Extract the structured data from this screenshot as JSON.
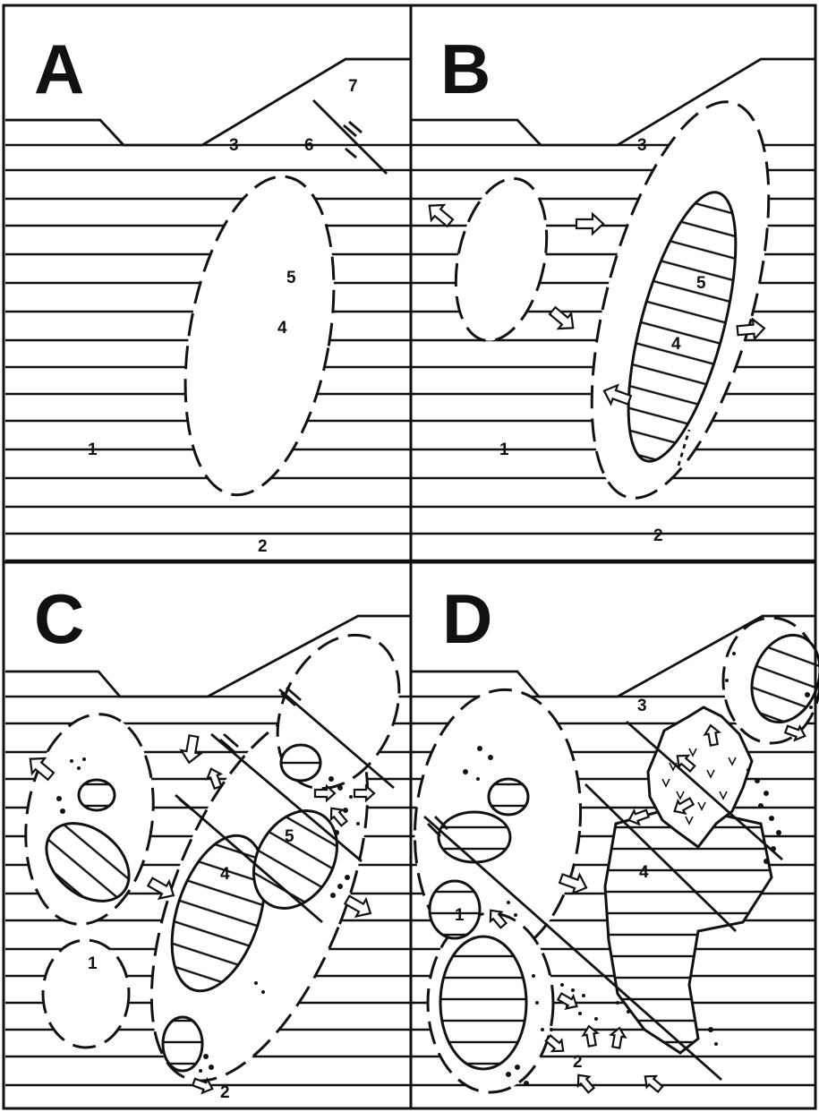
{
  "panels": [
    {
      "id": "A",
      "label": "A",
      "numbers": [
        "1",
        "2",
        "3",
        "4",
        "5",
        "6",
        "7"
      ]
    },
    {
      "id": "B",
      "label": "B",
      "numbers": [
        "1",
        "2",
        "3",
        "4",
        "5"
      ]
    },
    {
      "id": "C",
      "label": "C",
      "numbers": [
        "1",
        "2",
        "4",
        "5"
      ]
    },
    {
      "id": "D",
      "label": "D",
      "numbers": [
        "1",
        "2",
        "3",
        "4"
      ]
    }
  ],
  "style": {
    "ink": "#111111",
    "background": "#ffffff"
  }
}
